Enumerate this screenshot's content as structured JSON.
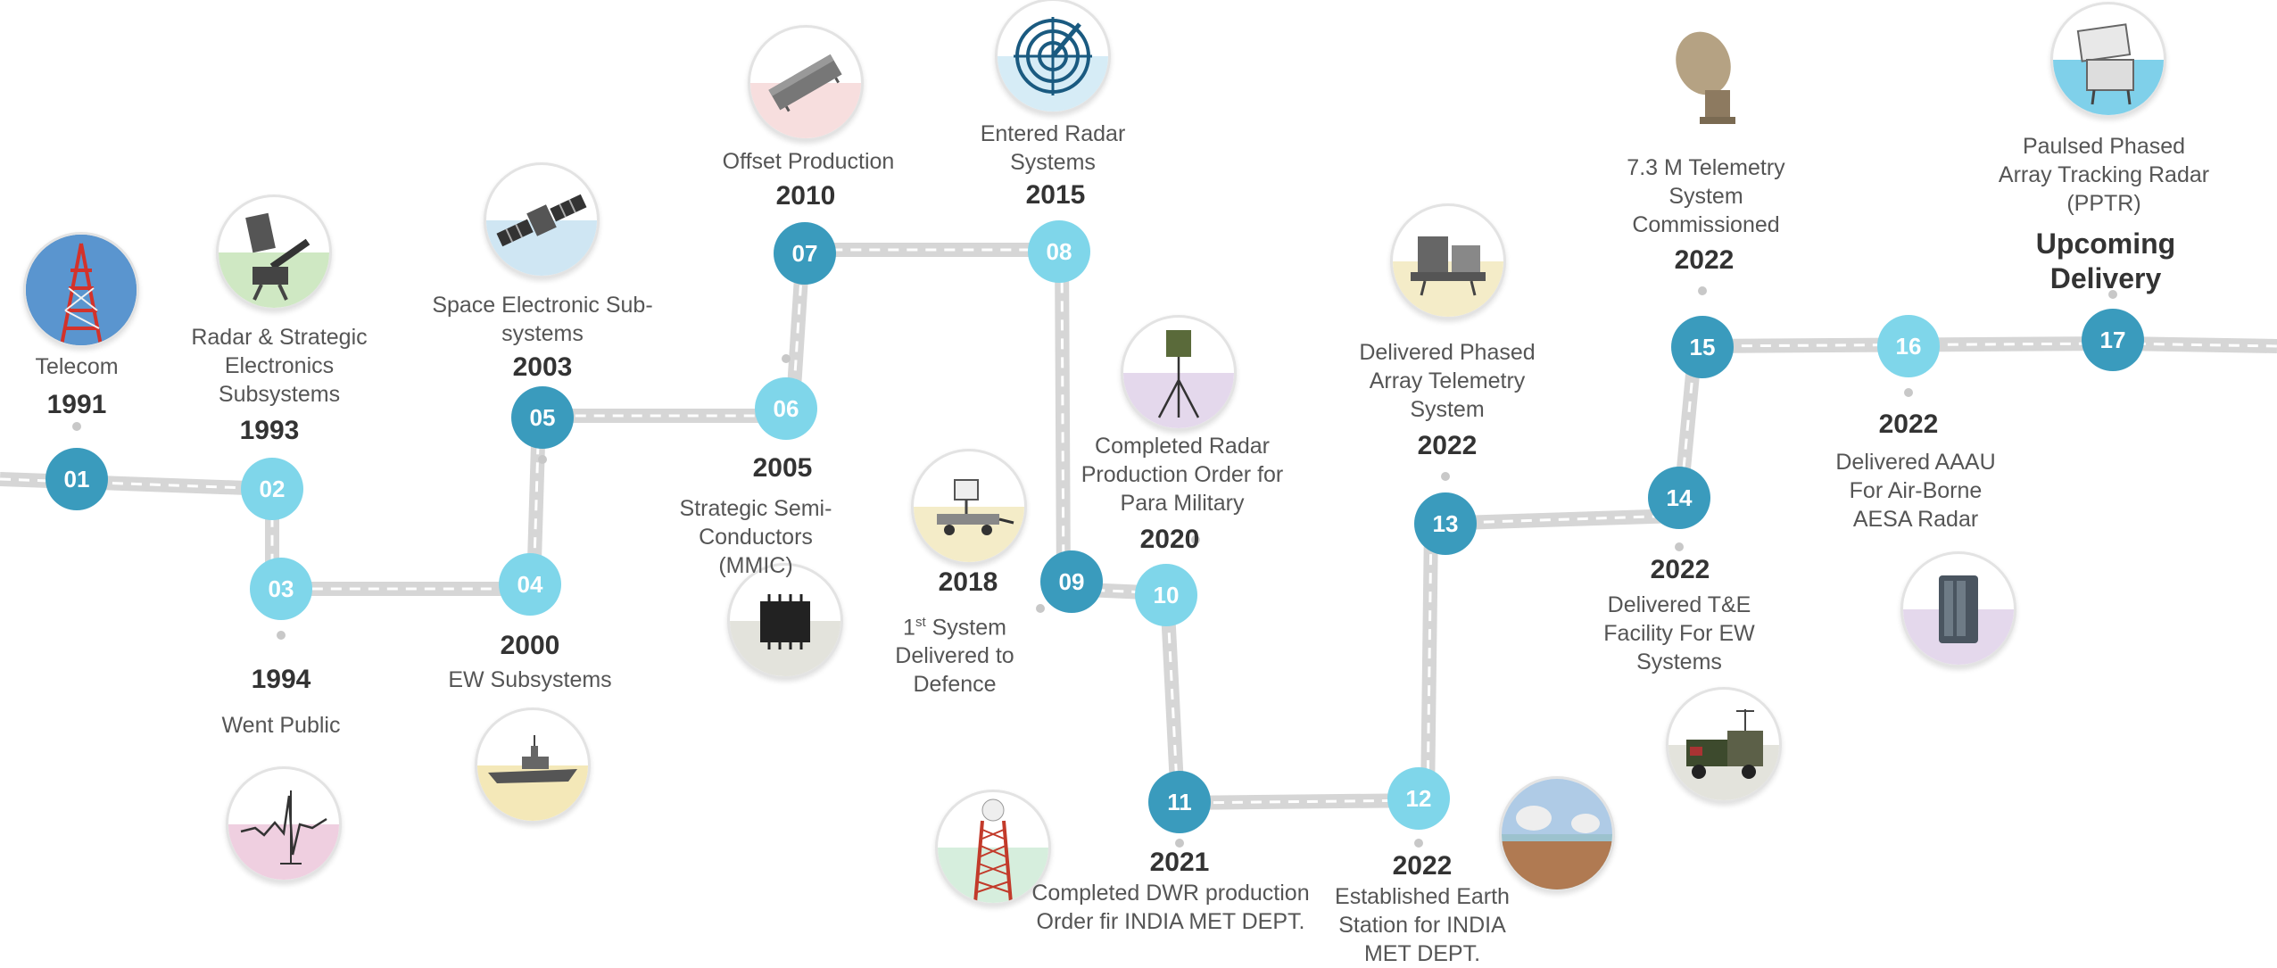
{
  "milestones": [
    {
      "num": "01",
      "year": "1991",
      "label": "Telecom",
      "icon": "telecom-tower-icon"
    },
    {
      "num": "02",
      "year": "1993",
      "label": "Radar & Strategic Electronics Subsystems",
      "icon": "radar-missile-icon"
    },
    {
      "num": "03",
      "year": "1994",
      "label": "Went Public",
      "icon": "stock-chart-icon"
    },
    {
      "num": "04",
      "year": "2000",
      "label": "EW Subsystems",
      "icon": "warship-icon"
    },
    {
      "num": "05",
      "year": "2003",
      "label": "Space Electronic Sub-systems",
      "icon": "satellite-icon"
    },
    {
      "num": "06",
      "year": "2005",
      "label": "Strategic Semi-Conductors (MMIC)",
      "icon": "microchip-icon"
    },
    {
      "num": "07",
      "year": "2010",
      "label": "Offset Production",
      "icon": "electronic-module-icon"
    },
    {
      "num": "08",
      "year": "2015",
      "label": "Entered Radar Systems",
      "icon": "radar-scope-icon"
    },
    {
      "num": "09",
      "year": "2018",
      "label_sup_pre": "1",
      "label_sup": "st",
      "label": "System Delivered to Defence",
      "icon": "radar-trailer-icon"
    },
    {
      "num": "10",
      "year": "2020",
      "label": "Completed Radar Production Order for Para Military",
      "icon": "tripod-radar-icon"
    },
    {
      "num": "11",
      "year": "2021",
      "label": "Completed DWR production Order fir INDIA MET DEPT.",
      "icon": "weather-radar-tower-icon"
    },
    {
      "num": "12",
      "year": "2022",
      "label": "Established Earth Station for INDIA MET DEPT.",
      "icon": "earth-station-icon"
    },
    {
      "num": "13",
      "year": "2022",
      "label": "Delivered Phased Array Telemetry System",
      "icon": "phased-array-telemetry-icon"
    },
    {
      "num": "14",
      "year": "2022",
      "label": "Delivered T&E Facility For EW Systems",
      "icon": "ew-vehicle-icon"
    },
    {
      "num": "15",
      "year": "2022",
      "label": "7.3 M Telemetry System Commissioned",
      "icon": "dish-antenna-icon"
    },
    {
      "num": "16",
      "year": "2022",
      "label": "Delivered AAAU For Air-Borne AESA Radar",
      "icon": "aesa-unit-icon"
    },
    {
      "num": "17",
      "year": "Upcoming Delivery",
      "label": "Paulsed Phased Array Tracking Radar (PPTR)",
      "icon": "tracking-radar-icon"
    }
  ],
  "colors": {
    "dark_node": "#3a9bbd",
    "light_node": "#7fd6ea",
    "road": "#d9d9d9",
    "road_dash": "#ffffff"
  }
}
